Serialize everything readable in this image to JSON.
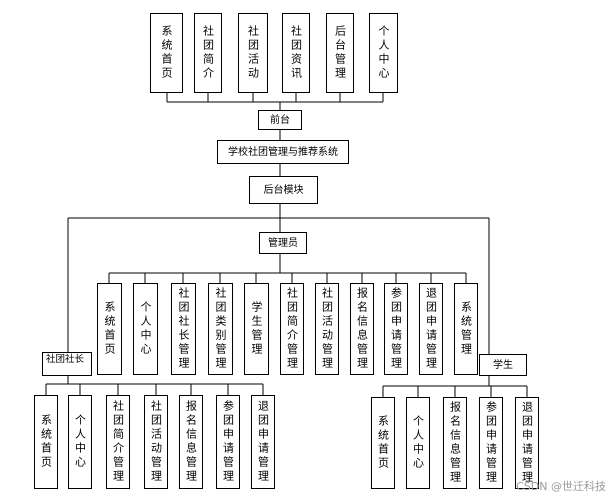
{
  "frontend_modules": [
    "系统首页",
    "社团简介",
    "社团活动",
    "社团资讯",
    "后台管理",
    "个人中心"
  ],
  "frontend_label": "前台",
  "system_title": "学校社团管理与推荐系统",
  "backend_label": "后台模块",
  "admin_label": "管理员",
  "admin_modules": [
    "系统首页",
    "个人中心",
    "社团社长管理",
    "社团类别管理",
    "学生管理",
    "社团简介管理",
    "社团活动管理",
    "报名信息管理",
    "参团申请管理",
    "退团申请管理",
    "系统管理"
  ],
  "president_label": "社团社长",
  "president_modules": [
    "系统首页",
    "个人中心",
    "社团简介管理",
    "社团活动管理",
    "报名信息管理",
    "参团申请管理",
    "退团申请管理"
  ],
  "student_label": "学生",
  "student_modules": [
    "系统首页",
    "个人中心",
    "报名信息管理",
    "参团申请管理",
    "退团申请管理"
  ],
  "watermark": "CSDN @世迁科技"
}
